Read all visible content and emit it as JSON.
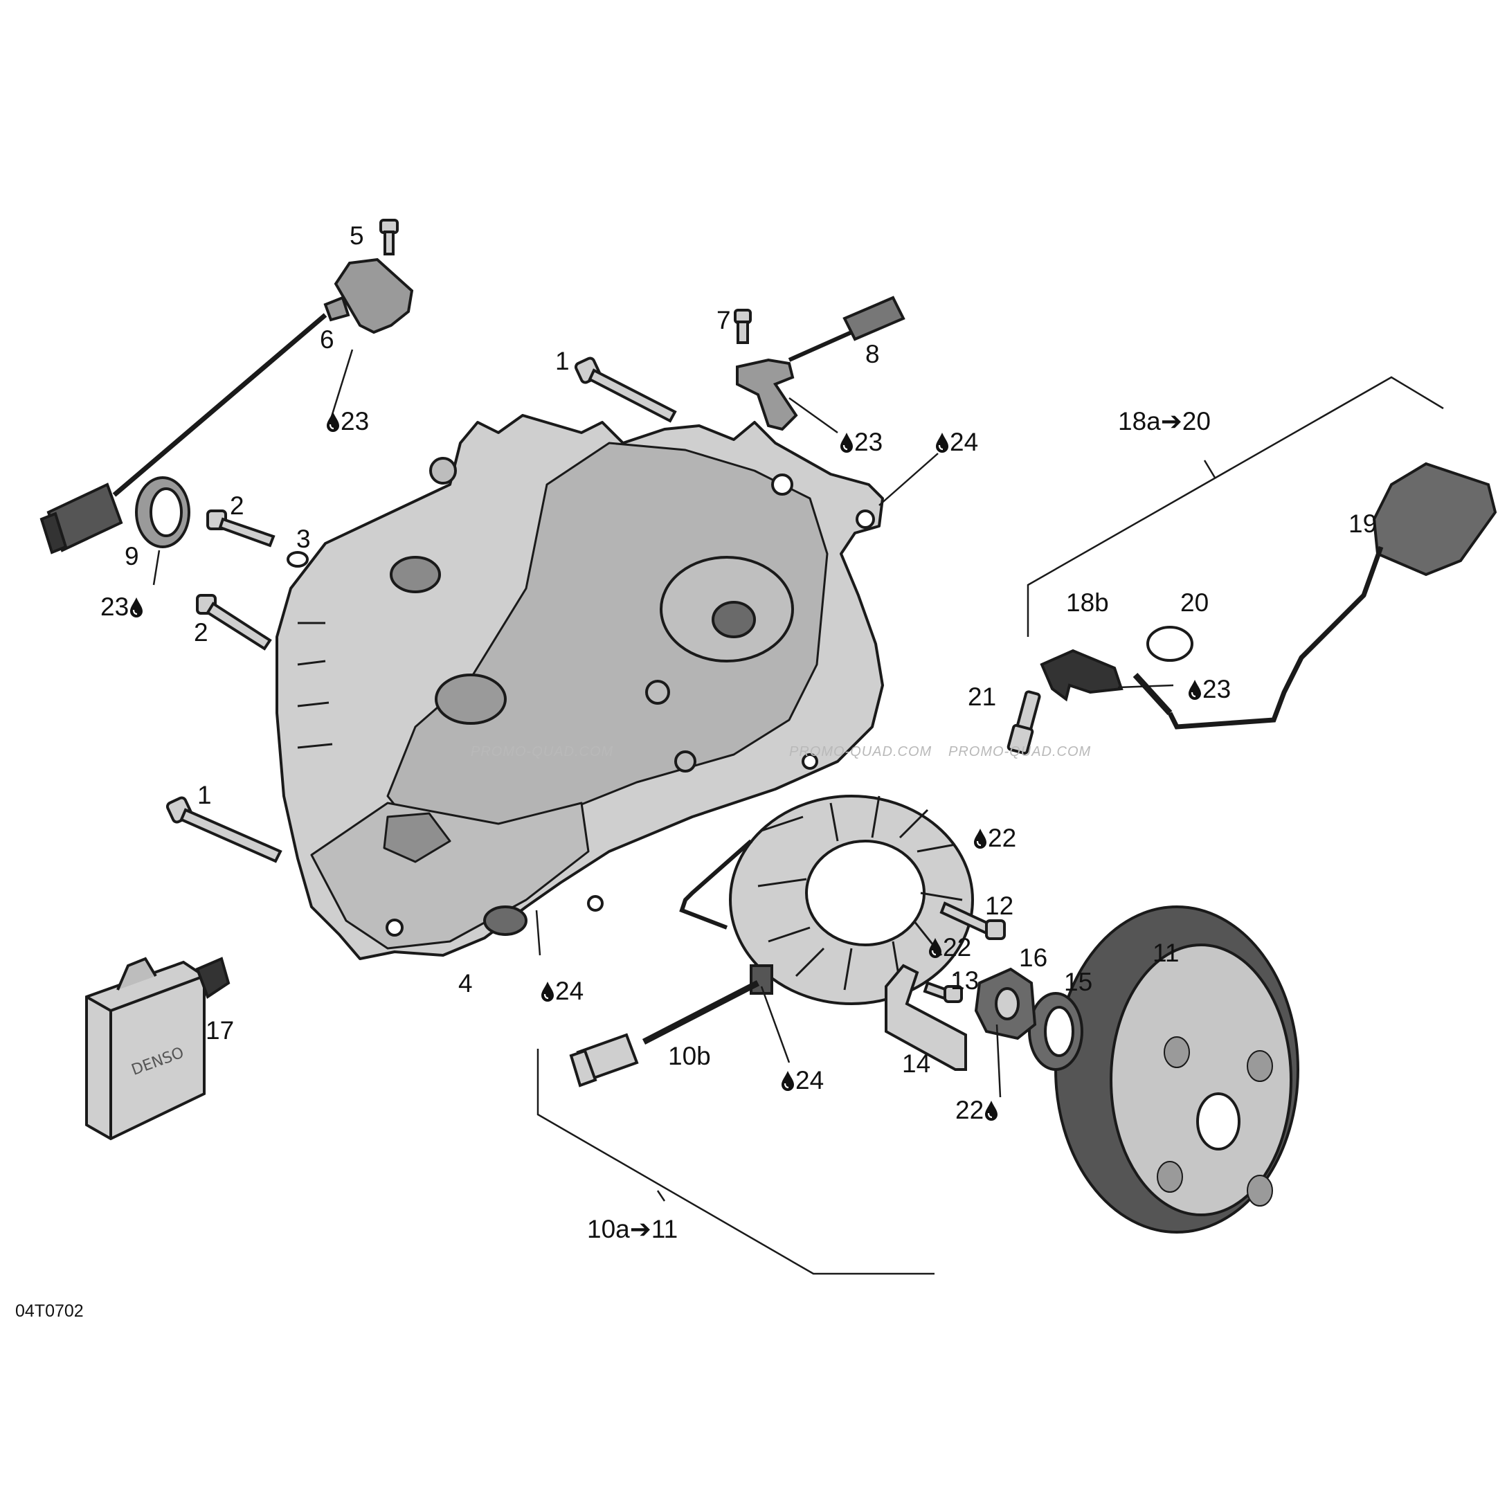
{
  "callouts": {
    "c1a": "1",
    "c1b": "1",
    "c2a": "2",
    "c2b": "2",
    "c3": "3",
    "c4": "4",
    "c5": "5",
    "c6": "6",
    "c7": "7",
    "c8": "8",
    "c9": "9",
    "c10b": "10b",
    "c10a_11": "10a➔11",
    "c11": "11",
    "c12": "12",
    "c13": "13",
    "c14": "14",
    "c15": "15",
    "c16": "16",
    "c17": "17",
    "c18b": "18b",
    "c18a_20": "18a➔20",
    "c19": "19",
    "c20": "20",
    "c21": "21",
    "c22a": "22",
    "c22b": "22",
    "c22c": "22",
    "c23a": "23",
    "c23b": "23",
    "c23c": "23",
    "c23d": "23",
    "c24a": "24",
    "c24b": "24",
    "c24c": "24"
  },
  "drawing_code": "04T0702",
  "watermark_text": "PROMO-QUAD.COM",
  "denso_label": "DENSO",
  "colors": {
    "part_fill": "#cfcfcf",
    "part_stroke": "#1a1a1a",
    "dark_part": "#3a3a3a",
    "text": "#111111"
  }
}
